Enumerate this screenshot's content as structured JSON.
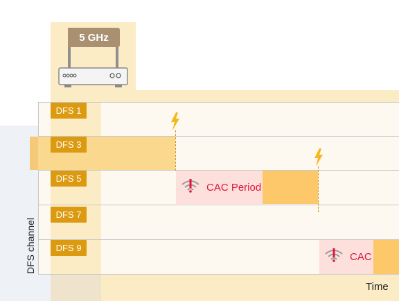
{
  "router": {
    "band_label": "5 GHz"
  },
  "channels": [
    "DFS 1",
    "DFS 3",
    "DFS 5",
    "DFS 7",
    "DFS 9"
  ],
  "cac_labels": {
    "dfs5": "CAC Period",
    "dfs9": "CAC"
  },
  "axis": {
    "y_label": "DFS channel",
    "x_label": "Time"
  },
  "colors": {
    "label_bg": "#dc9a10",
    "busy": "#fcc869",
    "cac_bg": "#fde0dc",
    "cac_text": "#e0143c",
    "radar_bolt": "#f5b81c"
  },
  "icons": {
    "radar": "lightning-bolt-icon",
    "cac": "wifi-alert-icon",
    "device": "router-icon"
  }
}
